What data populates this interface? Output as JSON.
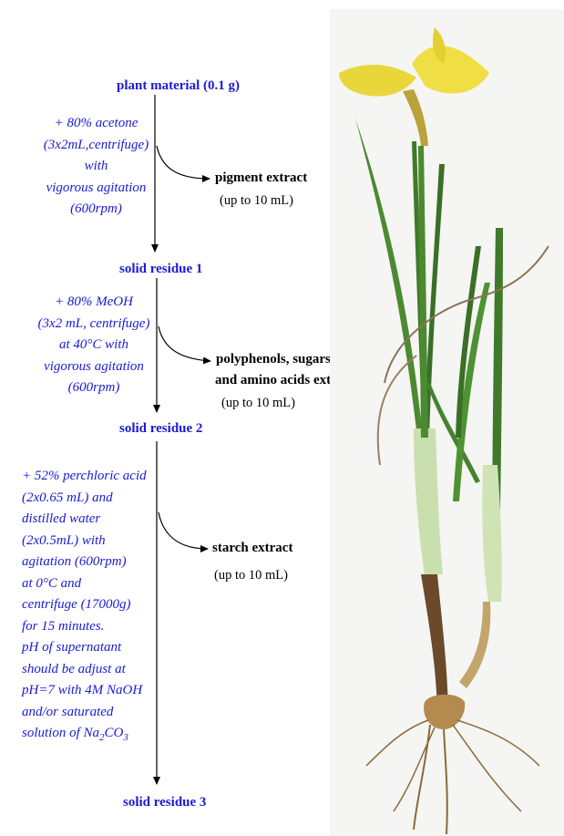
{
  "nodes": {
    "start": "plant material (0.1 g)",
    "residue1": "solid residue 1",
    "residue2": "solid residue 2",
    "residue3": "solid residue 3"
  },
  "step1": {
    "conditions": [
      "+ 80% acetone",
      "(3x2mL,centrifuge)",
      "with",
      "vigorous agitation",
      "(600rpm)"
    ],
    "product": "pigment extract",
    "volume": "(up to 10 mL)"
  },
  "step2": {
    "conditions": [
      "+ 80% MeOH",
      "(3x2 mL, centrifuge)",
      "at 40°C with",
      "vigorous agitation",
      "(600rpm)"
    ],
    "product_line1": "polyphenols, sugars",
    "product_line2": "and amino acids extract",
    "volume": "(up to 10 mL)"
  },
  "step3": {
    "conditions": [
      "+ 52% perchloric acid",
      "(2x0.65 mL) and",
      "distilled water",
      "(2x0.5mL) with",
      " agitation (600rpm)",
      "at 0°C and",
      "centrifuge (17000g)",
      "for 15 minutes.",
      "pH of supernatant",
      "should be adjust at",
      "pH=7 with 4M NaOH",
      "and/or saturated",
      "solution of Na"
    ],
    "subscript_2": "2",
    "co3": "CO",
    "subscript_3": "3",
    "product": "starch extract",
    "volume": "(up to 10 mL)"
  },
  "colors": {
    "accent": "#1a1ad6",
    "text": "#000000",
    "leaf": "#3f7a2a",
    "flower": "#e8d63a",
    "root": "#8a6a3a"
  },
  "photo": {
    "icon": "iris-plant-photo"
  }
}
